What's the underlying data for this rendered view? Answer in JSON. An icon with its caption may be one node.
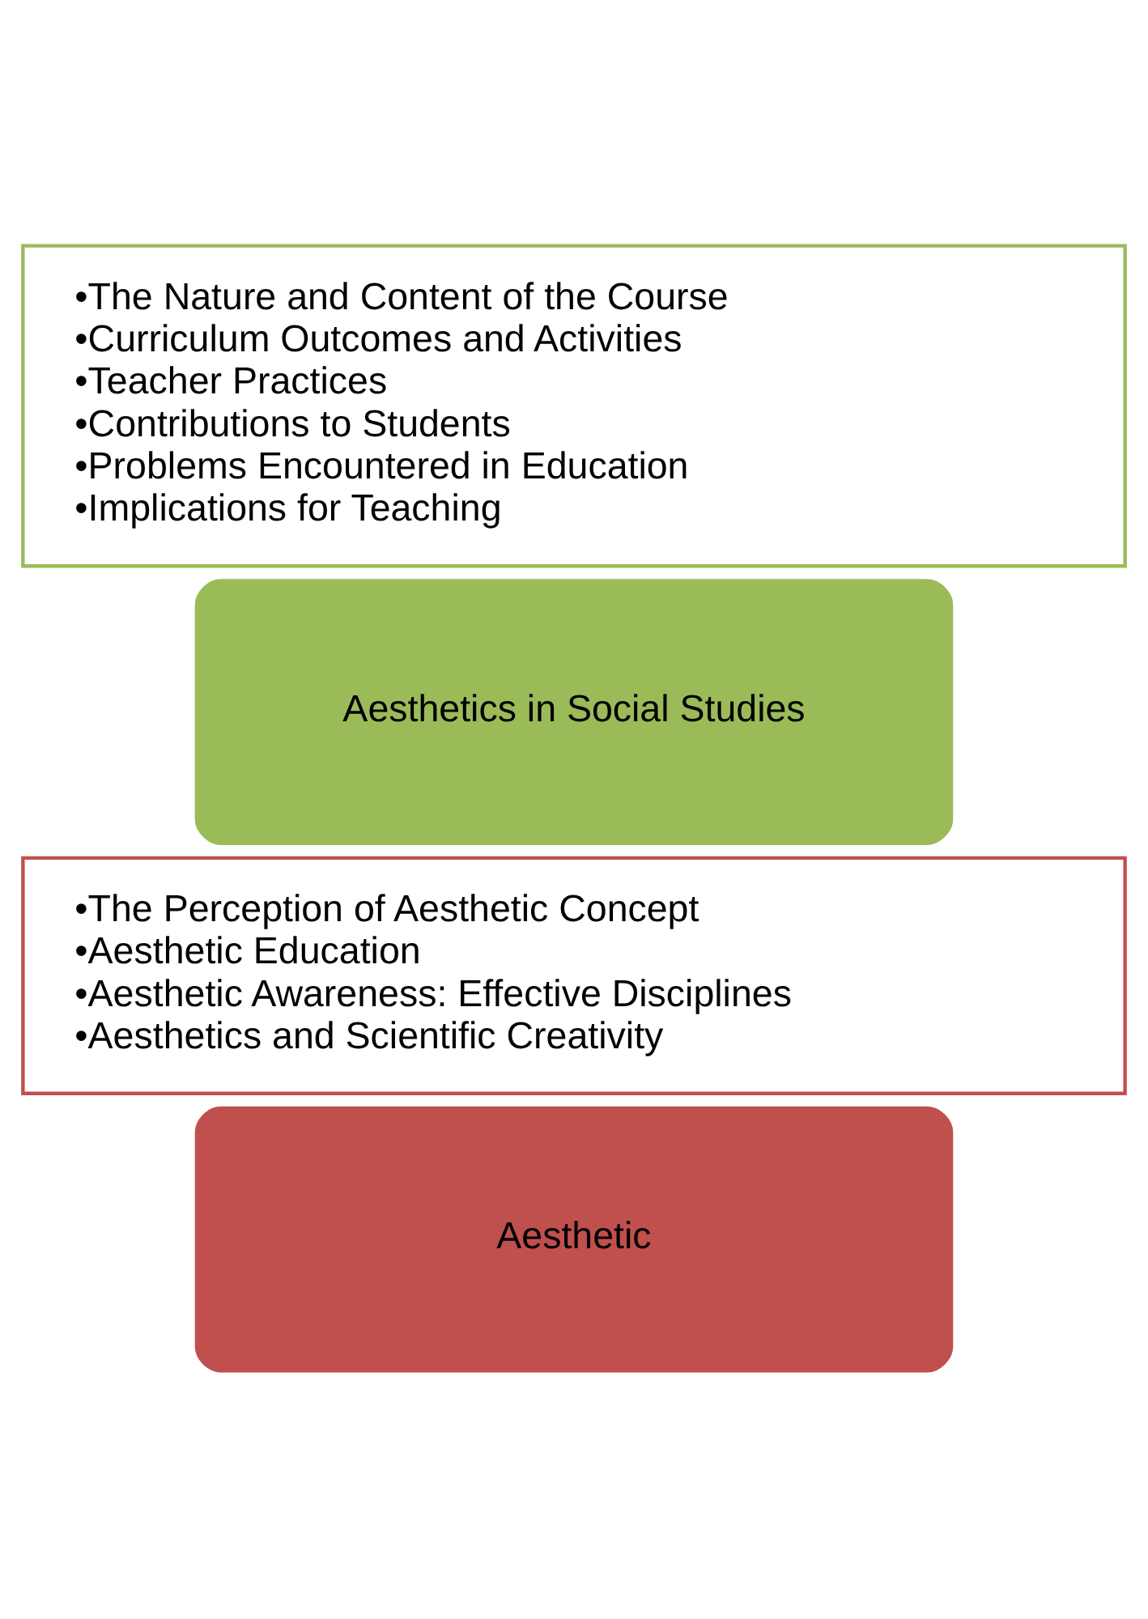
{
  "diagram": {
    "nodes": [
      {
        "text": [
          "Aesthetic"
        ]
      },
      {
        "text": [
          "•The Perception of Aesthetic Concept",
          "•Aesthetic Education",
          "•Aesthetic Awareness: Effective Disciplines",
          "•Aesthetics and Scientific Creativity"
        ]
      },
      {
        "text": [
          "Aesthetics in Social Studies"
        ]
      },
      {
        "text": [
          "•The Nature and Content of the Course",
          "•Curriculum Outcomes and Activities",
          "•Teacher Practices",
          "•Contributions to Students",
          "•Problems Encountered in Education",
          "•Implications for Teaching"
        ]
      }
    ],
    "edges": []
  }
}
